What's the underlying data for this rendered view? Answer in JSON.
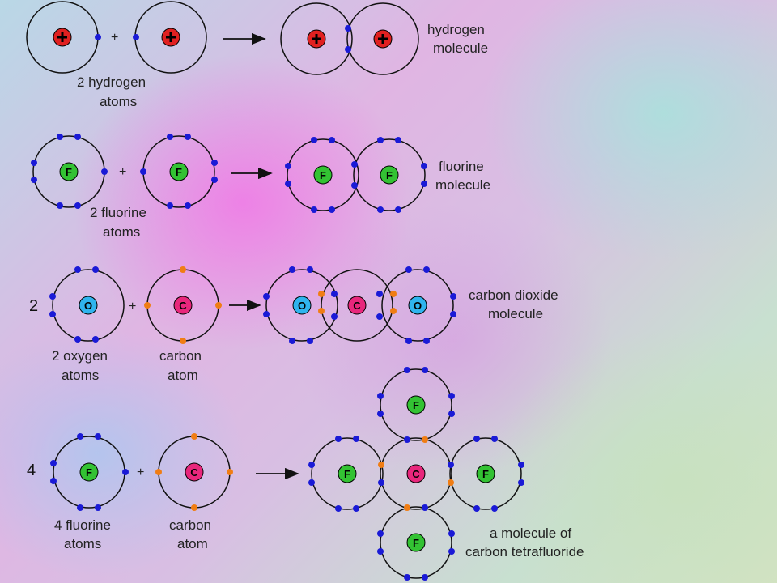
{
  "colors": {
    "hydrogen_nucleus": "#e02020",
    "fluorine_nucleus": "#33c233",
    "oxygen_nucleus": "#2fb4ee",
    "carbon_nucleus": "#e8277c",
    "blue_electron": "#1a1ad6",
    "orange_electron": "#f07d14"
  },
  "rows": {
    "hydrogen": {
      "plus": "+",
      "atoms_label": [
        "2 hydrogen",
        "atoms"
      ],
      "product_label": [
        "hydrogen",
        "molecule"
      ]
    },
    "fluorine": {
      "plus": "+",
      "nucleus_symbol": "F",
      "atoms_label": [
        "2 fluorine",
        "atoms"
      ],
      "product_label": [
        "fluorine",
        "molecule"
      ]
    },
    "carbon_dioxide": {
      "coefficient": "2",
      "plus": "+",
      "oxygen_symbol": "O",
      "carbon_symbol": "C",
      "oxygen_label": [
        "2 oxygen",
        "atoms"
      ],
      "carbon_label": [
        "carbon",
        "atom"
      ],
      "product_label": [
        "carbon dioxide",
        "molecule"
      ]
    },
    "carbon_tetrafluoride": {
      "coefficient": "4",
      "plus": "+",
      "fluorine_symbol": "F",
      "carbon_symbol": "C",
      "fluorine_label": [
        "4 fluorine",
        "atoms"
      ],
      "carbon_label": [
        "carbon",
        "atom"
      ],
      "product_label": [
        "a molecule of",
        "carbon tetrafluoride"
      ]
    }
  }
}
